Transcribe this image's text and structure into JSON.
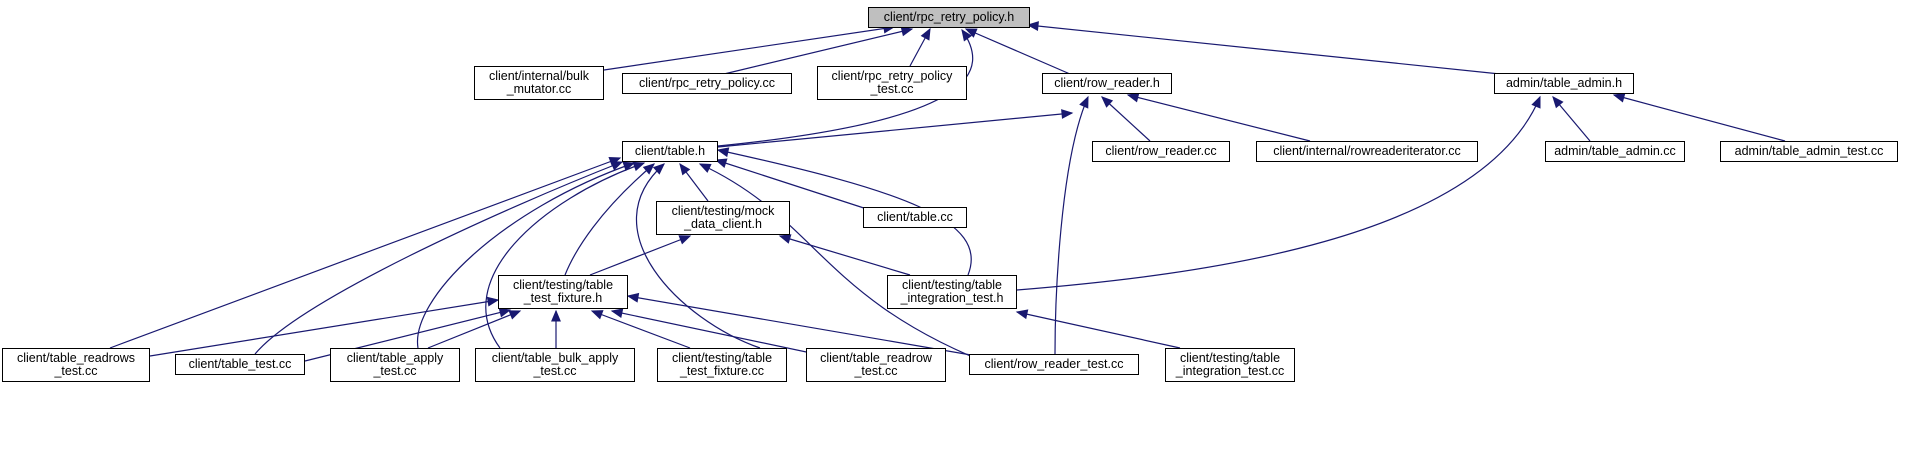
{
  "colors": {
    "edge": "#191970",
    "root_fill": "#bfbfbf",
    "node_fill": "#ffffff",
    "border": "#000000"
  },
  "nodes": {
    "root": "client/rpc_retry_policy.h",
    "bulk_mutator": "client/internal/bulk\n_mutator.cc",
    "rpc_retry_policy_cc": "client/rpc_retry_policy.cc",
    "rpc_retry_policy_test": "client/rpc_retry_policy\n_test.cc",
    "row_reader_h": "client/row_reader.h",
    "table_admin_h": "admin/table_admin.h",
    "table_h": "client/table.h",
    "row_reader_cc": "client/row_reader.cc",
    "rowreaderiterator": "client/internal/rowreaderiterator.cc",
    "table_admin_cc": "admin/table_admin.cc",
    "table_admin_test": "admin/table_admin_test.cc",
    "mock_data_client": "client/testing/mock\n_data_client.h",
    "table_cc": "client/table.cc",
    "table_test_fixture_h": "client/testing/table\n_test_fixture.h",
    "table_integration_test_h": "client/testing/table\n_integration_test.h",
    "table_readrows_test": "client/table_readrows\n_test.cc",
    "table_test": "client/table_test.cc",
    "table_apply_test": "client/table_apply\n_test.cc",
    "table_bulk_apply_test": "client/table_bulk_apply\n_test.cc",
    "table_test_fixture_cc": "client/testing/table\n_test_fixture.cc",
    "table_readrow_test": "client/table_readrow\n_test.cc",
    "row_reader_test": "client/row_reader_test.cc",
    "table_integration_test_cc": "client/testing/table\n_integration_test.cc"
  }
}
